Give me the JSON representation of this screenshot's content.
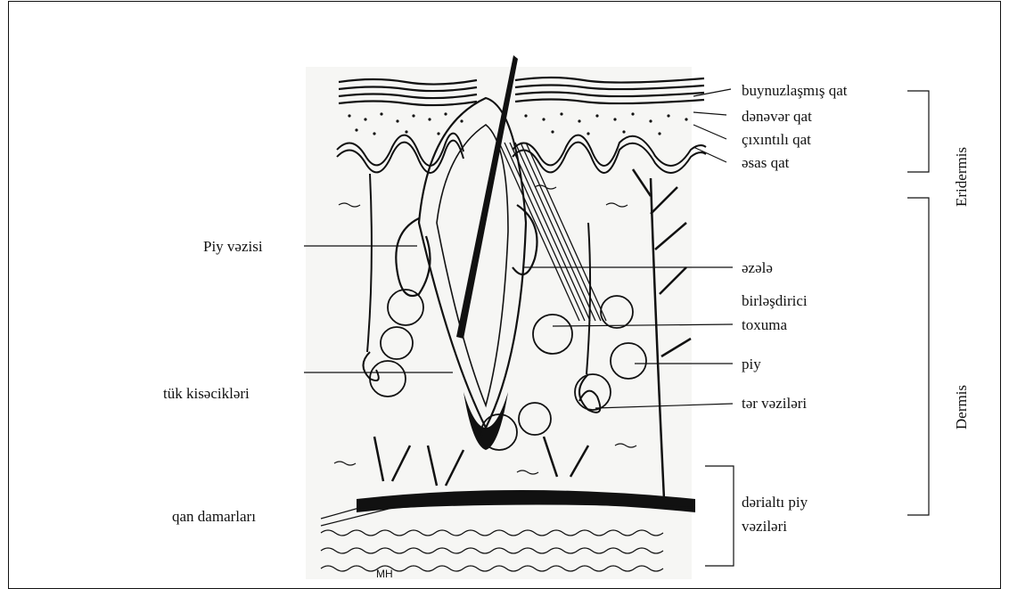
{
  "labels": {
    "stratum_corneum": "buynuzlaşmış qat",
    "stratum_granulosum": "dənəvər qat",
    "stratum_spinosum": "çıxıntılı qat",
    "stratum_basale": "əsas qat",
    "epidermis_group": "Eridermis",
    "dermis_group": "Dermis",
    "sebaceous_gland": "Piy vəzisi",
    "muscle": "əzələ",
    "connective_tissue_line1": "birləşdirici",
    "connective_tissue_line2": "toxuma",
    "fat": "piy",
    "hair_follicles": "tük kisəcikləri",
    "sweat_glands": "tər vəziləri",
    "blood_vessels": "qan damarları",
    "subcutaneous_line1": "dərialtı piy",
    "subcutaneous_line2": "vəziləri"
  },
  "illustration": {
    "signature": "MH"
  },
  "colors": {
    "ink": "#111111",
    "paper": "#ffffff",
    "drawing_bg": "#f6f6f4"
  }
}
